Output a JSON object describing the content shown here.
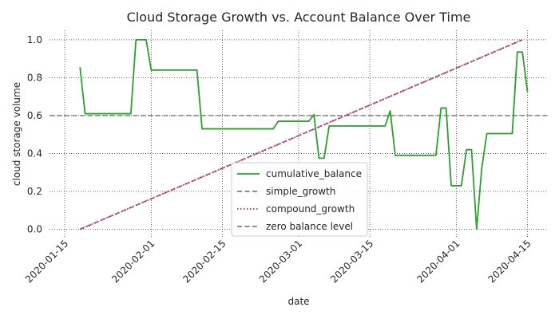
{
  "chart_data": {
    "type": "line",
    "title": "Cloud Storage Growth vs. Account Balance Over Time",
    "xlabel": "date",
    "ylabel": "cloud storage volume",
    "xlim": [
      "2020-01-12",
      "2020-04-19"
    ],
    "ylim": [
      -0.04,
      1.05
    ],
    "x_ticks": [
      "2020-01-15",
      "2020-02-01",
      "2020-02-15",
      "2020-03-01",
      "2020-03-15",
      "2020-04-01",
      "2020-04-15"
    ],
    "y_ticks": [
      0.0,
      0.2,
      0.4,
      0.6,
      0.8,
      1.0
    ],
    "y_tick_labels": [
      "0.0",
      "0.2",
      "0.4",
      "0.6",
      "0.8",
      "1.0"
    ],
    "grid": "dotted",
    "legend_position": "lower-center",
    "series": [
      {
        "name": "cumulative_balance",
        "color": "#2ca02c",
        "style": "solid",
        "points": [
          [
            "2020-01-18",
            0.855
          ],
          [
            "2020-01-19",
            0.61
          ],
          [
            "2020-01-28",
            0.61
          ],
          [
            "2020-01-29",
            1.0
          ],
          [
            "2020-01-31",
            1.0
          ],
          [
            "2020-02-01",
            0.84
          ],
          [
            "2020-02-10",
            0.84
          ],
          [
            "2020-02-11",
            0.53
          ],
          [
            "2020-02-25",
            0.53
          ],
          [
            "2020-02-26",
            0.57
          ],
          [
            "2020-03-03",
            0.57
          ],
          [
            "2020-03-04",
            0.605
          ],
          [
            "2020-03-05",
            0.375
          ],
          [
            "2020-03-06",
            0.375
          ],
          [
            "2020-03-07",
            0.545
          ],
          [
            "2020-03-18",
            0.545
          ],
          [
            "2020-03-19",
            0.625
          ],
          [
            "2020-03-20",
            0.39
          ],
          [
            "2020-03-28",
            0.39
          ],
          [
            "2020-03-29",
            0.64
          ],
          [
            "2020-03-30",
            0.64
          ],
          [
            "2020-03-31",
            0.23
          ],
          [
            "2020-04-02",
            0.23
          ],
          [
            "2020-04-03",
            0.42
          ],
          [
            "2020-04-04",
            0.42
          ],
          [
            "2020-04-05",
            0.0
          ],
          [
            "2020-04-06",
            0.32
          ],
          [
            "2020-04-07",
            0.505
          ],
          [
            "2020-04-12",
            0.505
          ],
          [
            "2020-04-13",
            0.935
          ],
          [
            "2020-04-14",
            0.935
          ],
          [
            "2020-04-15",
            0.725
          ]
        ]
      },
      {
        "name": "simple_growth",
        "color": "#9467bd",
        "style": "dashed",
        "points": [
          [
            "2020-01-18",
            0.0
          ],
          [
            "2020-04-14",
            1.0
          ]
        ]
      },
      {
        "name": "compound_growth",
        "color": "#d62728",
        "style": "dotted",
        "points": [
          [
            "2020-01-18",
            0.0
          ],
          [
            "2020-04-14",
            1.0
          ]
        ]
      },
      {
        "name": "zero balance level",
        "color": "#7f7f7f",
        "style": "dashed",
        "points": [
          [
            "2020-01-12",
            0.6
          ],
          [
            "2020-04-19",
            0.6
          ]
        ]
      }
    ]
  }
}
